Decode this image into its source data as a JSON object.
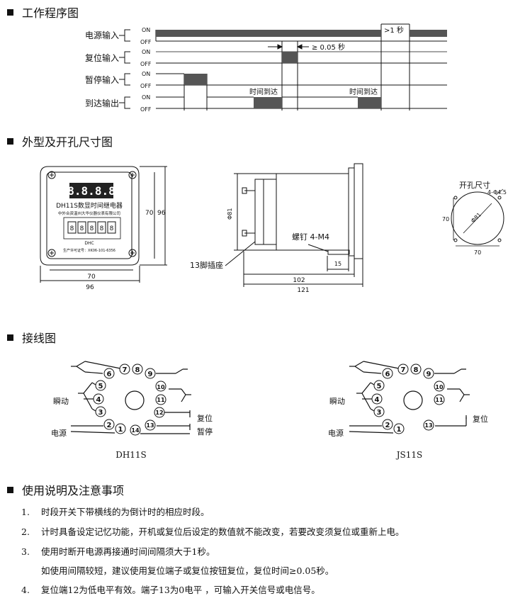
{
  "sections": {
    "timing": "工作程序图",
    "outline": "外型及开孔尺寸图",
    "wiring": "接线图",
    "usage": "使用说明及注意事项"
  },
  "timing": {
    "rows": [
      "电源输入",
      "复位输入",
      "暂停输入",
      "到达输出"
    ],
    "on": "ON",
    "off": "OFF",
    "gt1s": ">1 秒",
    "ge005": "≥ 0.05 秒",
    "arrive": "时间到达"
  },
  "outline": {
    "display": "8.8.8.8",
    "title": "DH11S数显时间继电器",
    "company": "中外合资温州大华仪器仪表有限公司",
    "digits": [
      "8",
      "8",
      "8",
      "8",
      "8"
    ],
    "brand": "DHC",
    "license": "生产许可证号：XK06-101-6356",
    "dim70": "70",
    "dim96": "96",
    "dim81": "Φ81",
    "screw": "螺钉 4-M4",
    "socket": "13脚插座",
    "dim15": "15",
    "dim102": "102",
    "dim121": "121",
    "cutout": "开孔尺寸",
    "holes": "4-Φ4.5",
    "cut70v": "70",
    "cut81": "Φ81",
    "cut70h": "70"
  },
  "wiring": {
    "label_dh": "DH11S",
    "label_js": "JS11S",
    "instant": "瞬动",
    "power": "电源",
    "reset": "复位",
    "pause": "暂停",
    "pins_dh": [
      "1",
      "2",
      "3",
      "4",
      "5",
      "6",
      "7",
      "8",
      "9",
      "10",
      "11",
      "12",
      "13",
      "14"
    ],
    "pins_js": [
      "1",
      "2",
      "3",
      "4",
      "5",
      "6",
      "7",
      "8",
      "9",
      "10",
      "11",
      "13"
    ]
  },
  "notes": [
    {
      "num": "1.",
      "text": "时段开关下带横线的为倒计时的相应时段。"
    },
    {
      "num": "2.",
      "text": "计时具备设定记忆功能，开机或复位后设定的数值就不能改变，若要改变须复位或重新上电。"
    },
    {
      "num": "3.",
      "text": "使用时断开电源再接通时间间隔须大于1秒。"
    },
    {
      "num": "",
      "text": "如使用间隔较短，建议使用复位端子或复位按钮复位，复位时间≥0.05秒。"
    },
    {
      "num": "4.",
      "text": "复位端12为低电平有效。端子13为0电平 ，可输入开关信号或电信号。"
    }
  ]
}
